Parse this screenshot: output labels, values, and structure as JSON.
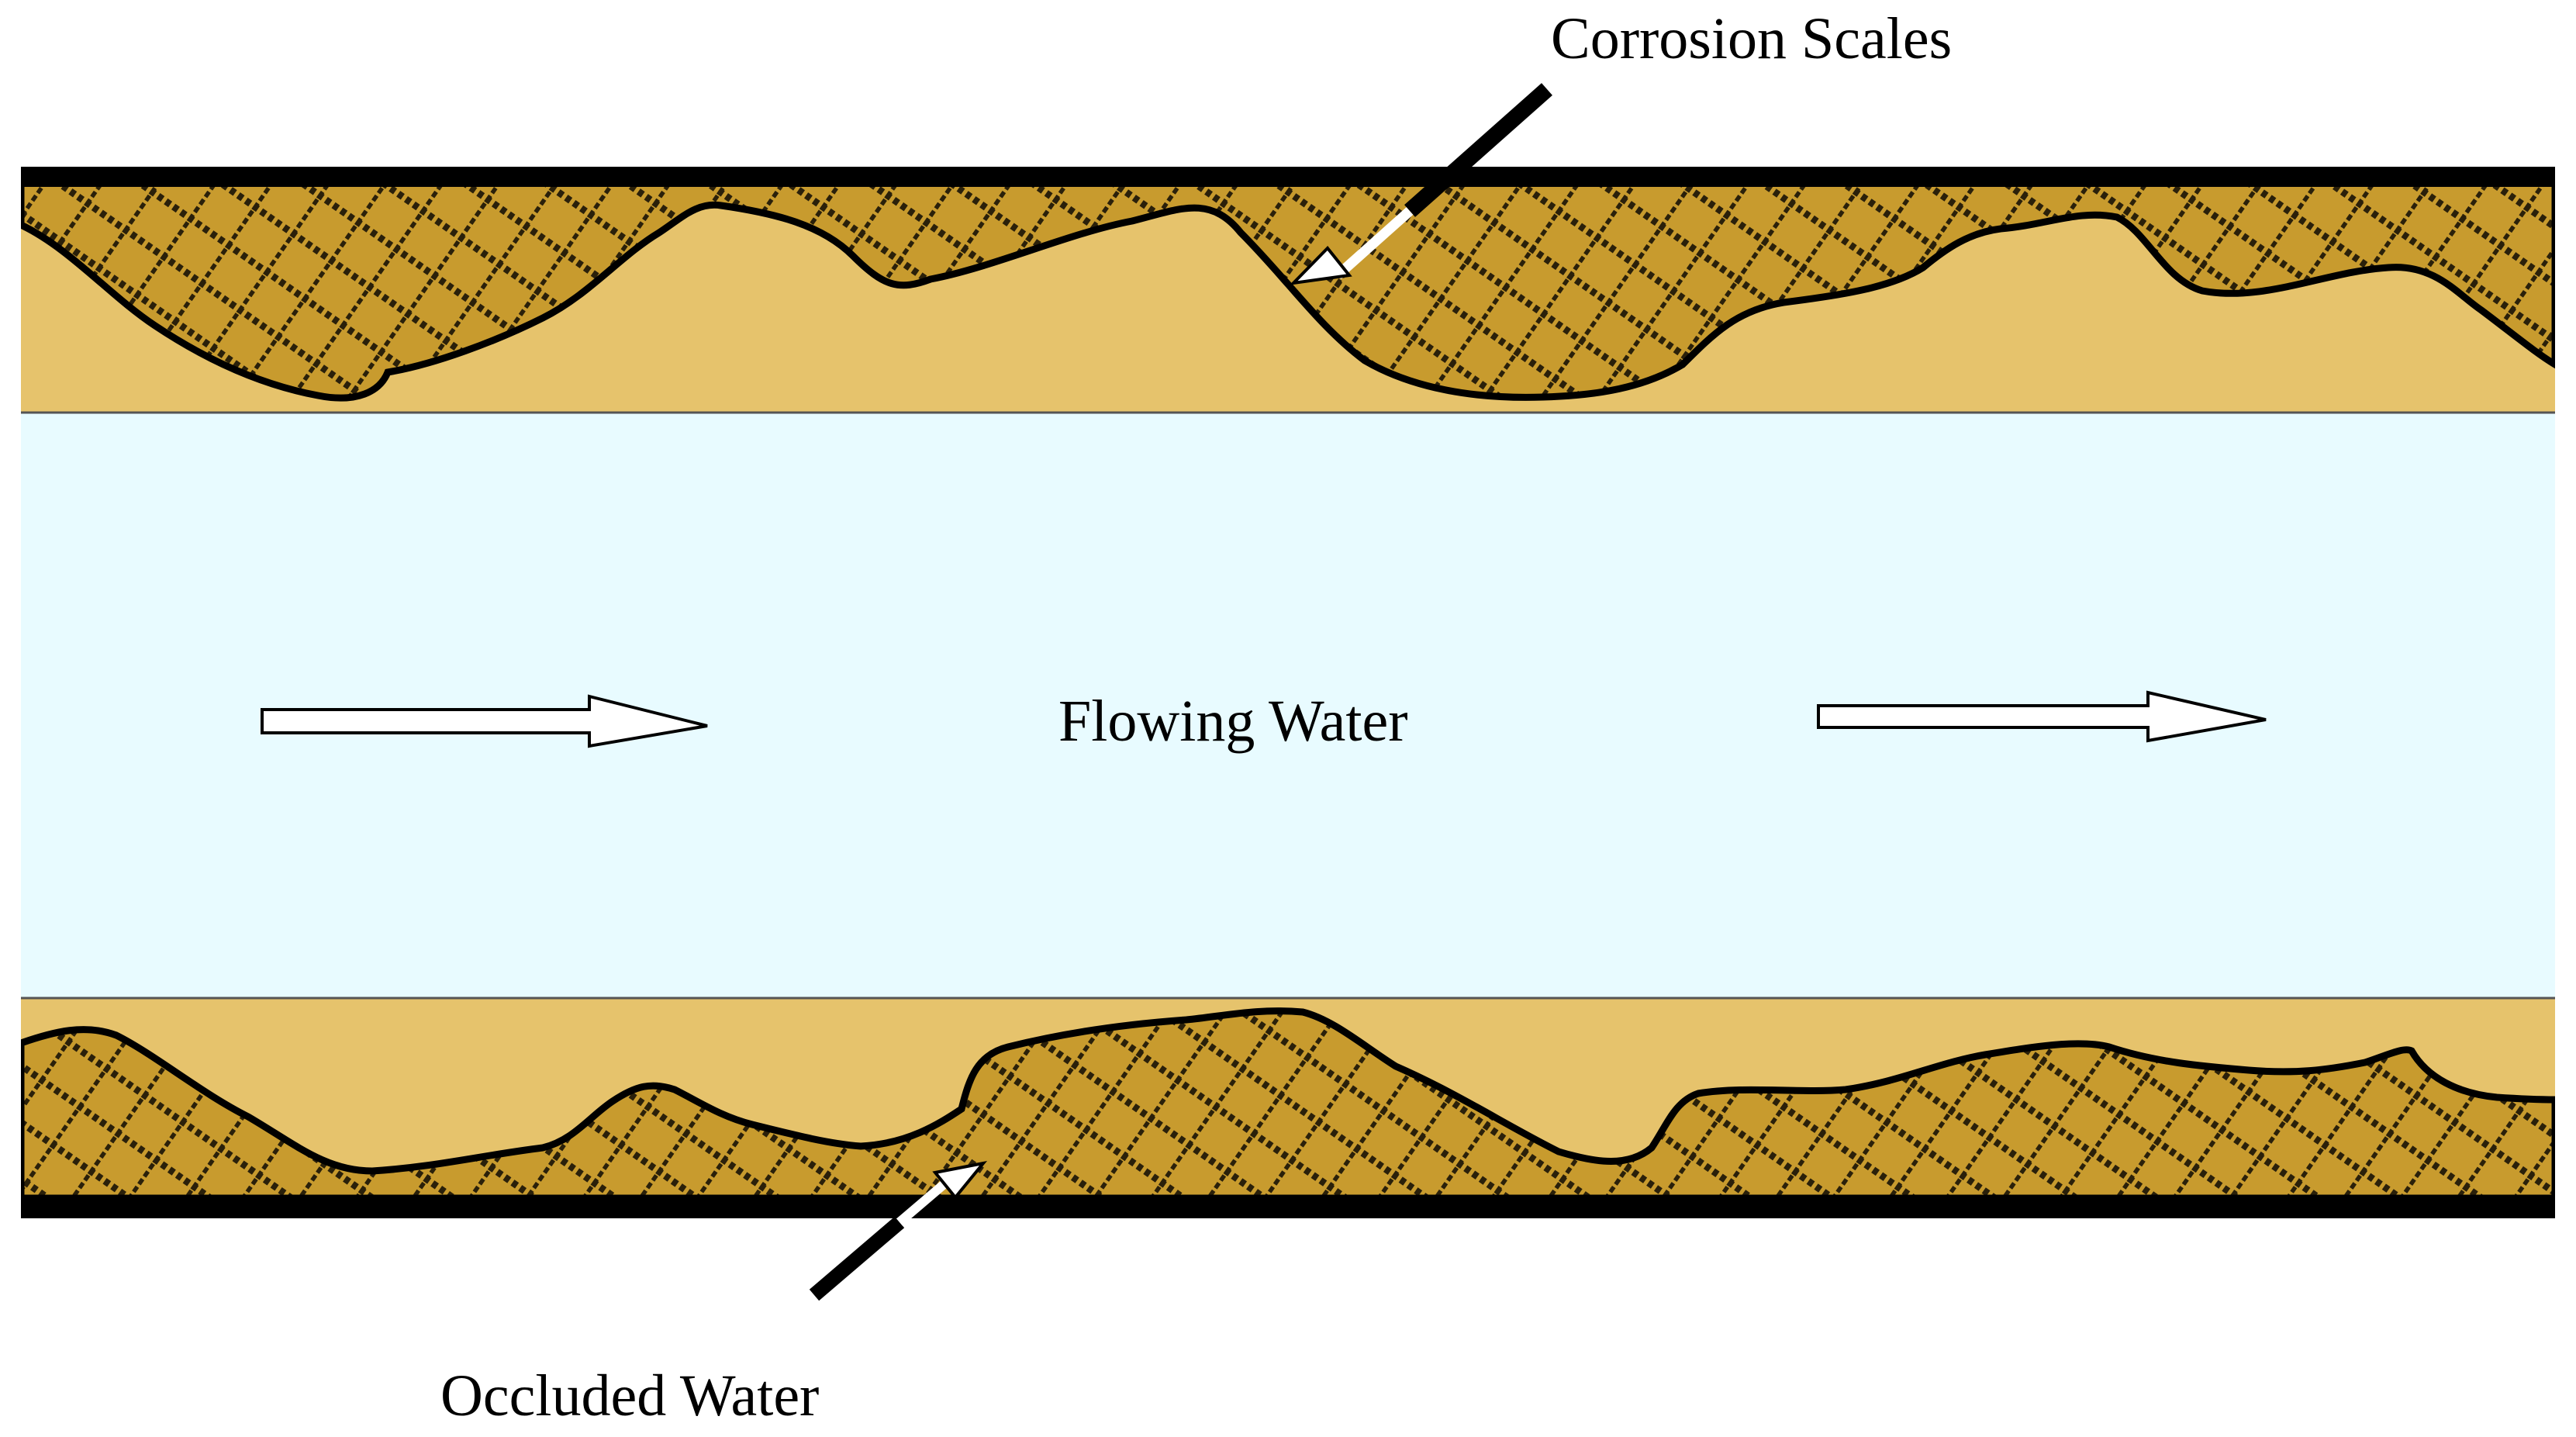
{
  "labels": {
    "corrosion_scales": "Corrosion Scales",
    "flowing_water": "Flowing Water",
    "occluded_water": "Occluded Water"
  },
  "colors": {
    "pipe_wall": "#000000",
    "occluded_water": "#E6C36C",
    "scale_fill": "#C89B2E",
    "scale_hatch": "#2A200A",
    "flowing_water": "#E8FBFF",
    "arrow_fill": "#FFFFFF"
  },
  "icons": {
    "flow_arrow": "hollow-right-arrow",
    "pointer_arrow": "black-callout-arrow"
  }
}
